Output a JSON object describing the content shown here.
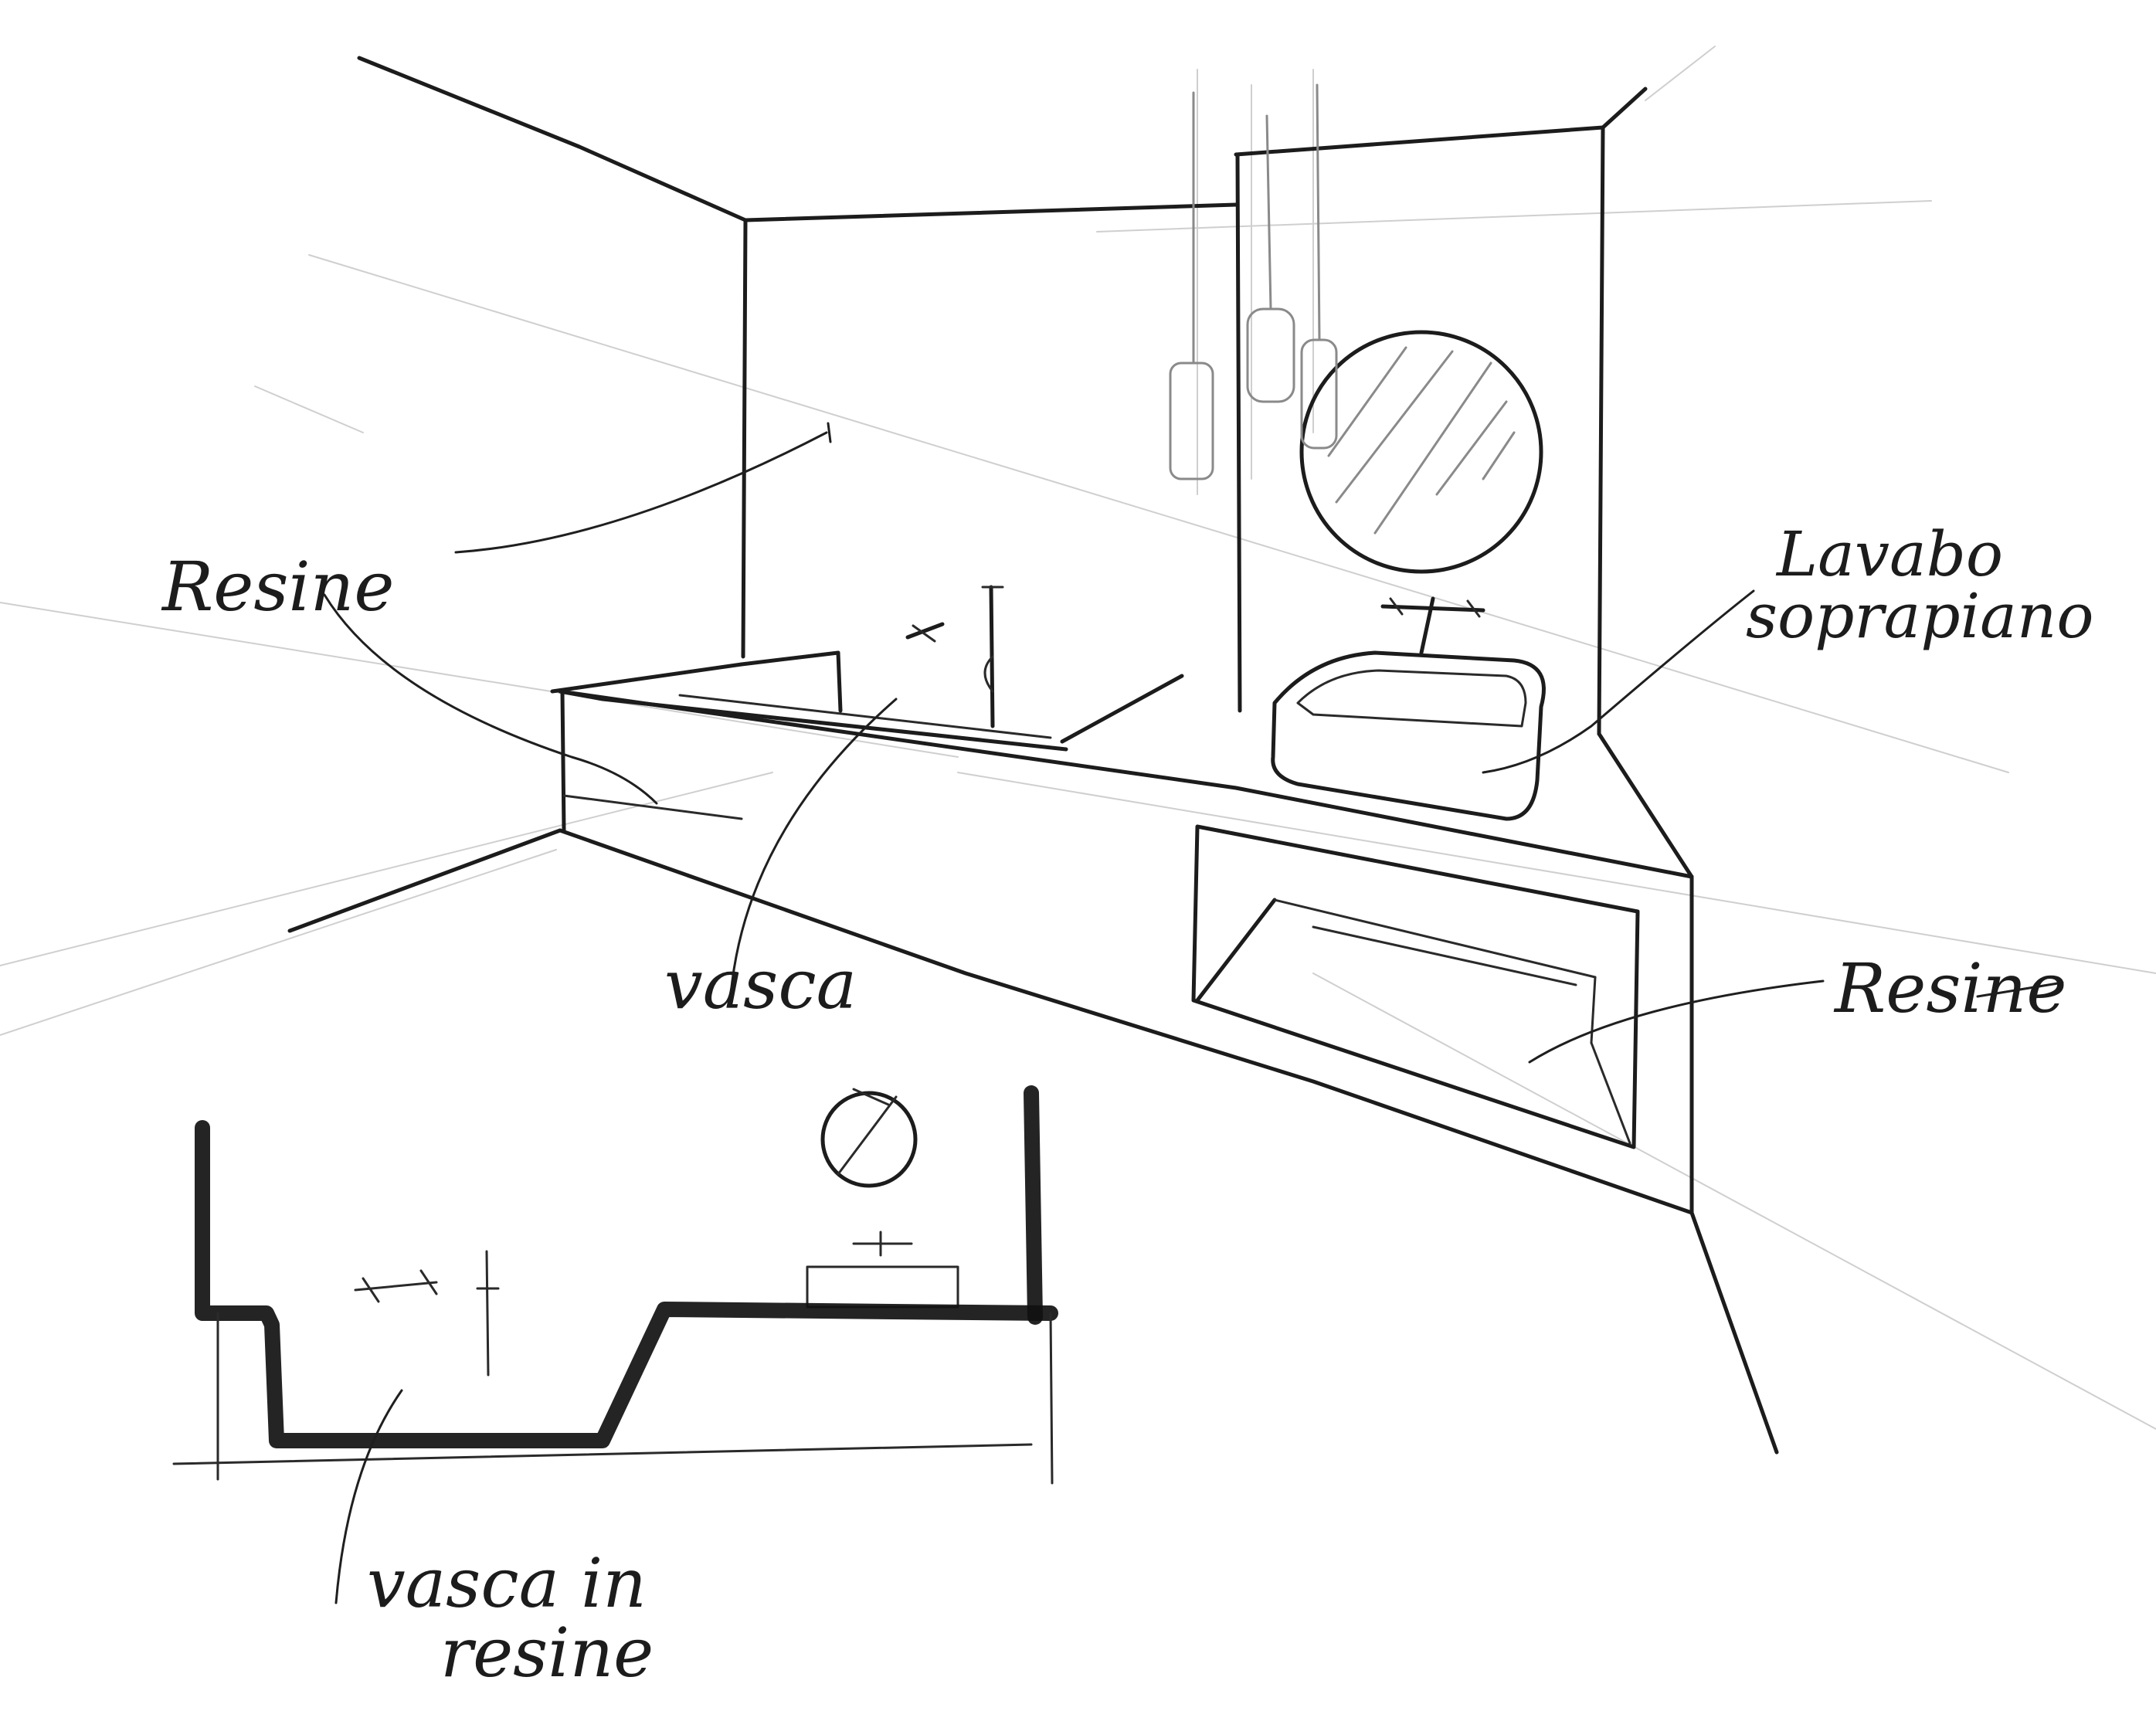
{
  "drawing": {
    "ink_color": "#1c1c1c",
    "paper_color": "#ffffff",
    "annotations": {
      "resine_left": "Resine",
      "lavabo_line1": "Lavabo",
      "lavabo_line2": "soprapiano",
      "vasca": "vasca",
      "resine_right": "Resine",
      "vasca_section_line1": "vasca in",
      "vasca_section_line2": "resine"
    }
  }
}
